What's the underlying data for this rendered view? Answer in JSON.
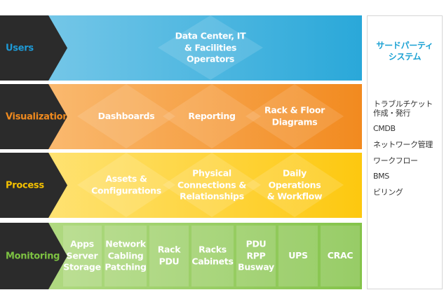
{
  "layers": [
    {
      "label": "Users",
      "label_color": "#1e9ad6",
      "colors": [
        "#7fcbea",
        "#2aa8d9"
      ],
      "items": [
        {
          "text": "Data Center, IT\n& Facilities\nOperators"
        }
      ]
    },
    {
      "label": "Visualization",
      "label_color": "#f08a1e",
      "colors": [
        "#fbc07b",
        "#f28a1f"
      ],
      "items": [
        {
          "text": "Dashboards"
        },
        {
          "text": "Reporting"
        },
        {
          "text": "Rack & Floor\nDiagrams"
        }
      ]
    },
    {
      "label": "Process",
      "label_color": "#f4c000",
      "colors": [
        "#ffe681",
        "#fdc80f"
      ],
      "items": [
        {
          "text": "Assets &\nConfigurations"
        },
        {
          "text": "Physical\nConnections &\nRelationships"
        },
        {
          "text": "Daily Operations\n& Workflow"
        }
      ]
    },
    {
      "label": "Monitoring",
      "label_color": "#7dc242",
      "colors": [
        "#b7dd8a",
        "#84c34a"
      ],
      "items": [
        {
          "text": "Apps\nServer\nStorage"
        },
        {
          "text": "Network\nCabling\nPatching"
        },
        {
          "text": "Rack\nPDU"
        },
        {
          "text": "Racks\nCabinets"
        },
        {
          "text": "PDU\nRPP\nBusway"
        },
        {
          "text": "UPS"
        },
        {
          "text": "CRAC"
        }
      ]
    }
  ],
  "side_panel": {
    "title": "サードパーティ\nシステム",
    "items": [
      "トラブルチケット\n作成・発行",
      "CMDB",
      "ネットワーク管理",
      "ワークフロー",
      "BMS",
      "ビリング"
    ]
  }
}
